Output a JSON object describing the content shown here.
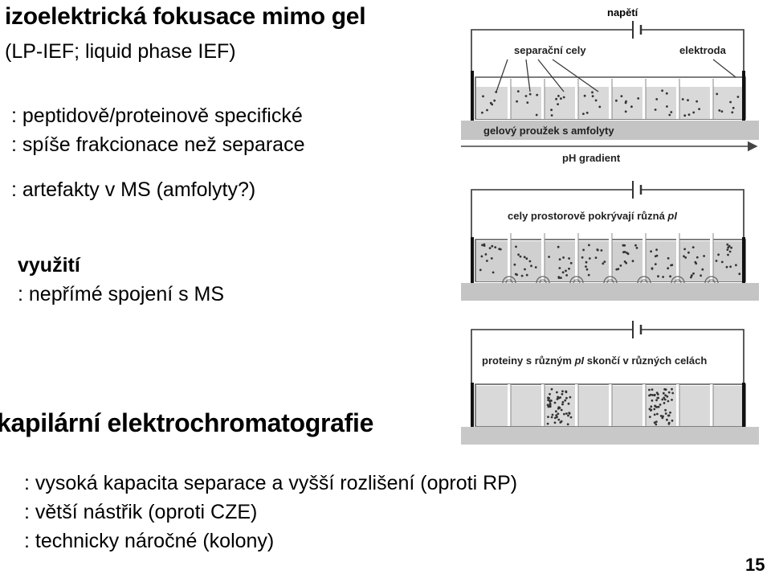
{
  "section1": {
    "title": "izoelektrická fokusace mimo gel",
    "subtitle": "(LP-IEF; liquid phase IEF)",
    "bullets": [
      ": peptidově/proteinově specifické",
      ": spíše frakcionace než separace",
      ": artefakty v MS (amfolyty?)"
    ]
  },
  "use": {
    "heading": "využití",
    "item": ": nepřímé spojení s MS"
  },
  "section2": {
    "title": "kapilární elektrochromatografie",
    "bullets": [
      ": vysoká kapacita separace a vyšší rozlišení (oproti RP)",
      ": větší nástřik (oproti CZE)",
      ": technicky náročné (kolony)"
    ]
  },
  "diagram": {
    "panel1": {
      "voltage": "napětí",
      "cells": "separační cely",
      "electrode": "elektroda",
      "strip": "gelový proužek s amfolyty",
      "gradient": "pH gradient"
    },
    "panel2": {
      "caption_prefix": "cely prostorově pokrývají různá ",
      "caption_em": "pI"
    },
    "panel3": {
      "caption_prefix": "proteiny s různým ",
      "caption_em": "pI",
      "caption_suffix": " skončí v různých celách"
    }
  },
  "page_number": "15"
}
